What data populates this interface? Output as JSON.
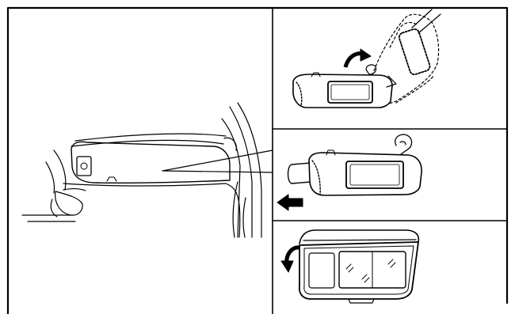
{
  "figure": {
    "panels": [
      {
        "id": "overview",
        "content": "sun-visor-location-in-cabin"
      },
      {
        "id": "step-1",
        "content": "visor-rotate-to-side-window",
        "arrow": "curved-arrow-icon"
      },
      {
        "id": "step-2",
        "content": "visor-extension-slide-out",
        "arrow": "left-arrow-icon"
      },
      {
        "id": "step-3",
        "content": "vanity-mirror-cover-open",
        "arrow": "curved-arrow-icon"
      }
    ],
    "colors": {
      "line": "#000000",
      "background": "#ffffff",
      "fill": "#ffffff"
    }
  }
}
